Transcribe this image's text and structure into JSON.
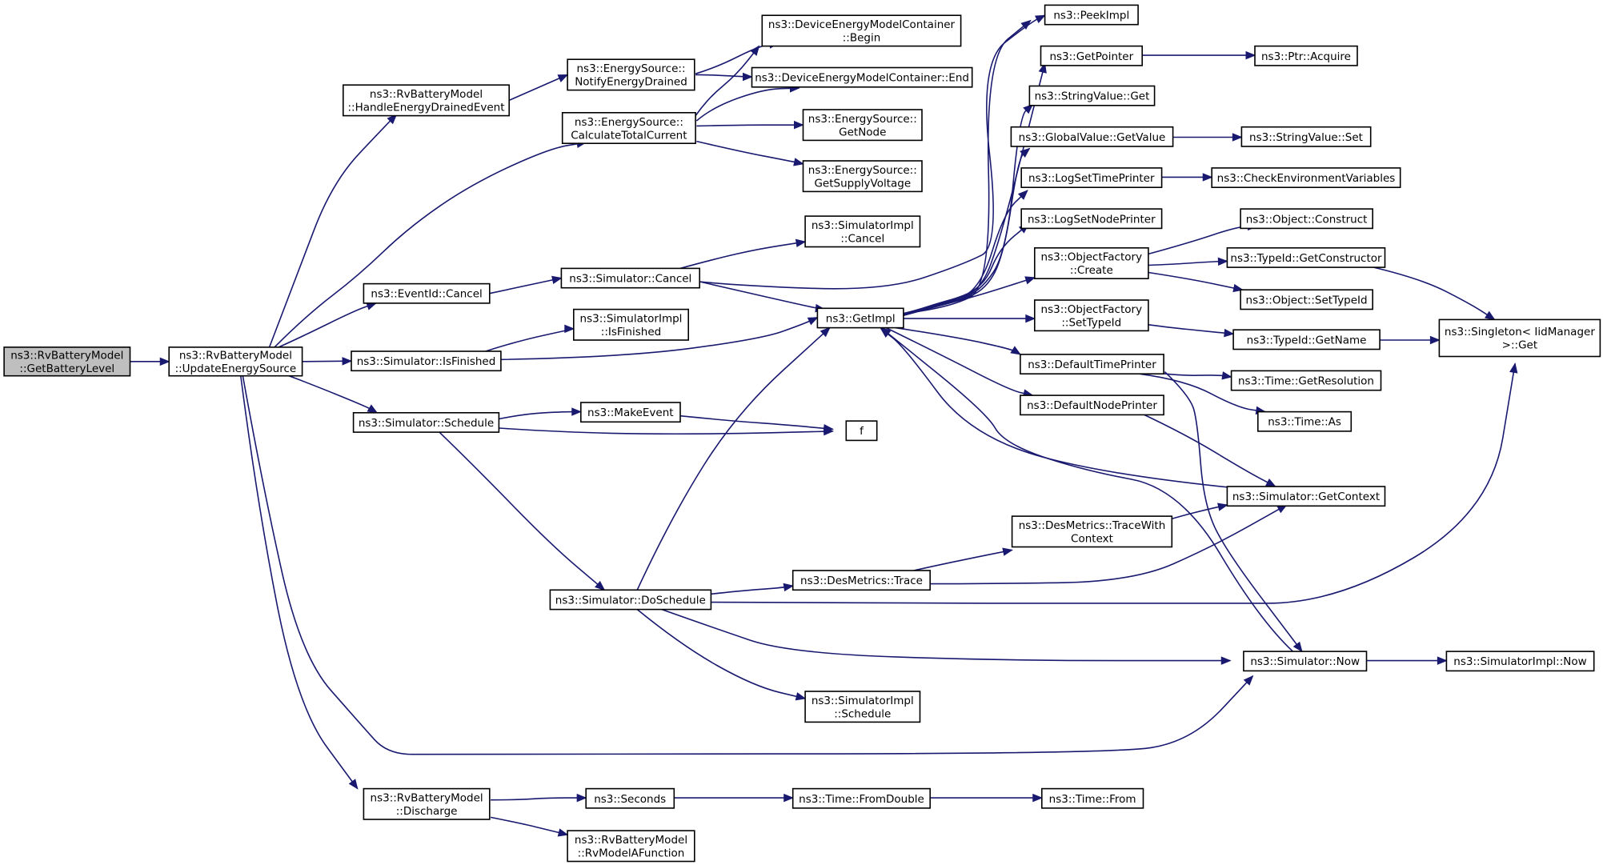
{
  "colors": {
    "edge": "#191970",
    "box_border": "#000000",
    "root_fill": "#bfbfbf",
    "node_fill": "#ffffff",
    "truncated_border": "#ff0000",
    "text": "#000000"
  },
  "nodes": [
    {
      "id": "root",
      "lines": [
        "ns3::RvBatteryModel",
        "::GetBatteryLevel"
      ],
      "kind": "root"
    },
    {
      "id": "update",
      "lines": [
        "ns3::RvBatteryModel",
        "::UpdateEnergySource"
      ],
      "kind": "normal"
    },
    {
      "id": "handleDrained",
      "lines": [
        "ns3::RvBatteryModel",
        "::HandleEnergyDrainedEvent"
      ],
      "kind": "normal"
    },
    {
      "id": "calcTotal",
      "lines": [
        "ns3::EnergySource::",
        "CalculateTotalCurrent"
      ],
      "kind": "normal"
    },
    {
      "id": "eventCancel",
      "lines": [
        "ns3::EventId::Cancel"
      ],
      "kind": "normal"
    },
    {
      "id": "isFinished",
      "lines": [
        "ns3::Simulator::IsFinished"
      ],
      "kind": "normal"
    },
    {
      "id": "schedule",
      "lines": [
        "ns3::Simulator::Schedule"
      ],
      "kind": "normal"
    },
    {
      "id": "discharge",
      "lines": [
        "ns3::RvBatteryModel",
        "::Discharge"
      ],
      "kind": "normal"
    },
    {
      "id": "notifyDrained",
      "lines": [
        "ns3::EnergySource::",
        "NotifyEnergyDrained"
      ],
      "kind": "normal"
    },
    {
      "id": "simCancel",
      "lines": [
        "ns3::Simulator::Cancel"
      ],
      "kind": "normal"
    },
    {
      "id": "implIsFinished",
      "lines": [
        "ns3::SimulatorImpl",
        "::IsFinished"
      ],
      "kind": "normal"
    },
    {
      "id": "makeEvent",
      "lines": [
        "ns3::MakeEvent"
      ],
      "kind": "normal"
    },
    {
      "id": "doSchedule",
      "lines": [
        "ns3::Simulator::DoSchedule"
      ],
      "kind": "normal"
    },
    {
      "id": "seconds",
      "lines": [
        "ns3::Seconds"
      ],
      "kind": "normal"
    },
    {
      "id": "rvFunc",
      "lines": [
        "ns3::RvBatteryModel",
        "::RvModelAFunction"
      ],
      "kind": "normal"
    },
    {
      "id": "demBegin",
      "lines": [
        "ns3::DeviceEnergyModelContainer",
        "::Begin"
      ],
      "kind": "normal"
    },
    {
      "id": "demEnd",
      "lines": [
        "ns3::DeviceEnergyModelContainer::End"
      ],
      "kind": "normal"
    },
    {
      "id": "getNode",
      "lines": [
        "ns3::EnergySource::",
        "GetNode"
      ],
      "kind": "normal"
    },
    {
      "id": "supplyVoltage",
      "lines": [
        "ns3::EnergySource::",
        "GetSupplyVoltage"
      ],
      "kind": "normal"
    },
    {
      "id": "implCancel",
      "lines": [
        "ns3::SimulatorImpl",
        "::Cancel"
      ],
      "kind": "normal"
    },
    {
      "id": "getImpl",
      "lines": [
        "ns3::GetImpl"
      ],
      "kind": "normal"
    },
    {
      "id": "f",
      "lines": [
        "f"
      ],
      "kind": "normal"
    },
    {
      "id": "desTrace",
      "lines": [
        "ns3::DesMetrics::Trace"
      ],
      "kind": "normal"
    },
    {
      "id": "implSchedule",
      "lines": [
        "ns3::SimulatorImpl",
        "::Schedule"
      ],
      "kind": "normal"
    },
    {
      "id": "fromDouble",
      "lines": [
        "ns3::Time::FromDouble"
      ],
      "kind": "normal"
    },
    {
      "id": "peekImpl",
      "lines": [
        "ns3::PeekImpl"
      ],
      "kind": "normal"
    },
    {
      "id": "getPointer",
      "lines": [
        "ns3::GetPointer"
      ],
      "kind": "normal"
    },
    {
      "id": "strValGet",
      "lines": [
        "ns3::StringValue::Get"
      ],
      "kind": "normal"
    },
    {
      "id": "gvGetValue",
      "lines": [
        "ns3::GlobalValue::GetValue"
      ],
      "kind": "normal"
    },
    {
      "id": "logTimePrinter",
      "lines": [
        "ns3::LogSetTimePrinter"
      ],
      "kind": "normal"
    },
    {
      "id": "logNodePrinter",
      "lines": [
        "ns3::LogSetNodePrinter"
      ],
      "kind": "normal"
    },
    {
      "id": "ofCreate",
      "lines": [
        "ns3::ObjectFactory",
        "::Create"
      ],
      "kind": "normal"
    },
    {
      "id": "ofSetTypeId",
      "lines": [
        "ns3::ObjectFactory",
        "::SetTypeId"
      ],
      "kind": "normal"
    },
    {
      "id": "defTimePrinter",
      "lines": [
        "ns3::DefaultTimePrinter"
      ],
      "kind": "normal"
    },
    {
      "id": "defNodePrinter",
      "lines": [
        "ns3::DefaultNodePrinter"
      ],
      "kind": "normal"
    },
    {
      "id": "traceWithCtx",
      "lines": [
        "ns3::DesMetrics::TraceWith",
        "Context"
      ],
      "kind": "truncated"
    },
    {
      "id": "getContext",
      "lines": [
        "ns3::Simulator::GetContext"
      ],
      "kind": "truncated"
    },
    {
      "id": "simNow",
      "lines": [
        "ns3::Simulator::Now"
      ],
      "kind": "normal"
    },
    {
      "id": "timeFrom",
      "lines": [
        "ns3::Time::From"
      ],
      "kind": "truncated"
    },
    {
      "id": "ptrAcquire",
      "lines": [
        "ns3::Ptr::Acquire"
      ],
      "kind": "normal"
    },
    {
      "id": "strValSet",
      "lines": [
        "ns3::StringValue::Set"
      ],
      "kind": "normal"
    },
    {
      "id": "checkEnv",
      "lines": [
        "ns3::CheckEnvironmentVariables"
      ],
      "kind": "truncated"
    },
    {
      "id": "objConstruct",
      "lines": [
        "ns3::Object::Construct"
      ],
      "kind": "truncated"
    },
    {
      "id": "getConstructor",
      "lines": [
        "ns3::TypeId::GetConstructor"
      ],
      "kind": "truncated"
    },
    {
      "id": "objSetTypeId",
      "lines": [
        "ns3::Object::SetTypeId"
      ],
      "kind": "truncated"
    },
    {
      "id": "typeGetName",
      "lines": [
        "ns3::TypeId::GetName"
      ],
      "kind": "truncated"
    },
    {
      "id": "getResolution",
      "lines": [
        "ns3::Time::GetResolution"
      ],
      "kind": "truncated"
    },
    {
      "id": "timeAs",
      "lines": [
        "ns3::Time::As"
      ],
      "kind": "normal"
    },
    {
      "id": "singletonGet",
      "lines": [
        "ns3::Singleton< IidManager",
        " >::Get"
      ],
      "kind": "normal"
    },
    {
      "id": "implNow",
      "lines": [
        "ns3::SimulatorImpl::Now"
      ],
      "kind": "normal"
    }
  ],
  "edges": [
    {
      "from": "root",
      "to": "update"
    },
    {
      "from": "update",
      "to": "handleDrained"
    },
    {
      "from": "update",
      "to": "calcTotal"
    },
    {
      "from": "update",
      "to": "eventCancel"
    },
    {
      "from": "update",
      "to": "isFinished"
    },
    {
      "from": "update",
      "to": "schedule"
    },
    {
      "from": "update",
      "to": "simNow"
    },
    {
      "from": "update",
      "to": "discharge"
    },
    {
      "from": "handleDrained",
      "to": "notifyDrained"
    },
    {
      "from": "notifyDrained",
      "to": "demBegin"
    },
    {
      "from": "notifyDrained",
      "to": "demEnd"
    },
    {
      "from": "calcTotal",
      "to": "demBegin"
    },
    {
      "from": "calcTotal",
      "to": "demEnd"
    },
    {
      "from": "calcTotal",
      "to": "getNode"
    },
    {
      "from": "calcTotal",
      "to": "supplyVoltage"
    },
    {
      "from": "eventCancel",
      "to": "simCancel"
    },
    {
      "from": "simCancel",
      "to": "implCancel"
    },
    {
      "from": "simCancel",
      "to": "getImpl"
    },
    {
      "from": "simCancel",
      "to": "peekImpl"
    },
    {
      "from": "isFinished",
      "to": "implIsFinished"
    },
    {
      "from": "isFinished",
      "to": "getImpl"
    },
    {
      "from": "schedule",
      "to": "makeEvent"
    },
    {
      "from": "schedule",
      "to": "f"
    },
    {
      "from": "schedule",
      "to": "doSchedule"
    },
    {
      "from": "makeEvent",
      "to": "f"
    },
    {
      "from": "doSchedule",
      "to": "getImpl"
    },
    {
      "from": "doSchedule",
      "to": "desTrace"
    },
    {
      "from": "doSchedule",
      "to": "singletonGet"
    },
    {
      "from": "doSchedule",
      "to": "simNow"
    },
    {
      "from": "doSchedule",
      "to": "implSchedule"
    },
    {
      "from": "desTrace",
      "to": "traceWithCtx"
    },
    {
      "from": "desTrace",
      "to": "getContext"
    },
    {
      "from": "traceWithCtx",
      "to": "getContext"
    },
    {
      "from": "getImpl",
      "to": "peekImpl"
    },
    {
      "from": "getImpl",
      "to": "getPointer"
    },
    {
      "from": "getImpl",
      "to": "strValGet"
    },
    {
      "from": "getImpl",
      "to": "gvGetValue"
    },
    {
      "from": "getImpl",
      "to": "logTimePrinter"
    },
    {
      "from": "getImpl",
      "to": "logNodePrinter"
    },
    {
      "from": "getImpl",
      "to": "ofCreate"
    },
    {
      "from": "getImpl",
      "to": "ofSetTypeId"
    },
    {
      "from": "getImpl",
      "to": "defTimePrinter"
    },
    {
      "from": "getImpl",
      "to": "defNodePrinter"
    },
    {
      "from": "getPointer",
      "to": "ptrAcquire"
    },
    {
      "from": "gvGetValue",
      "to": "strValSet"
    },
    {
      "from": "logTimePrinter",
      "to": "checkEnv"
    },
    {
      "from": "ofCreate",
      "to": "objConstruct"
    },
    {
      "from": "ofCreate",
      "to": "getConstructor"
    },
    {
      "from": "ofCreate",
      "to": "objSetTypeId"
    },
    {
      "from": "ofSetTypeId",
      "to": "typeGetName"
    },
    {
      "from": "getConstructor",
      "to": "singletonGet"
    },
    {
      "from": "typeGetName",
      "to": "singletonGet"
    },
    {
      "from": "defTimePrinter",
      "to": "getResolution"
    },
    {
      "from": "defTimePrinter",
      "to": "timeAs"
    },
    {
      "from": "defTimePrinter",
      "to": "simNow"
    },
    {
      "from": "defNodePrinter",
      "to": "getContext"
    },
    {
      "from": "getContext",
      "to": "getImpl"
    },
    {
      "from": "simNow",
      "to": "getImpl"
    },
    {
      "from": "simNow",
      "to": "implNow"
    },
    {
      "from": "discharge",
      "to": "seconds"
    },
    {
      "from": "discharge",
      "to": "rvFunc"
    },
    {
      "from": "seconds",
      "to": "fromDouble"
    },
    {
      "from": "fromDouble",
      "to": "timeFrom"
    }
  ]
}
